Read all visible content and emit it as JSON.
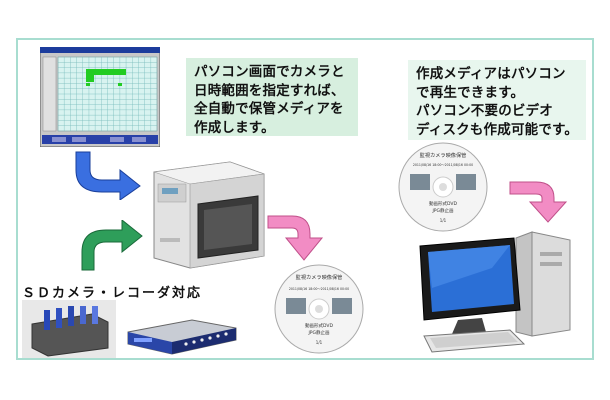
{
  "left_note": {
    "lines": [
      "パソコン画面でカメラと",
      "日時範囲を指定すれば、",
      "全自動で保管メディアを",
      "作成します。"
    ]
  },
  "right_note": {
    "lines": [
      "作成メディアはパソコン",
      "で再生できます。",
      "パソコン不要のビデオ",
      "ディスクも作成可能です。"
    ]
  },
  "sd_heading": "ＳＤカメラ・レコーダ対応",
  "disc_top": {
    "title": "監視カメラ映像保管",
    "date": "2011/08/16 18:00〜2011/08/16 00:00",
    "format": "動画形式DVD",
    "format2": "JPG静止画",
    "page": "1/1"
  },
  "disc_bottom": {
    "title": "監視カメラ映像保管",
    "date": "2011/08/16 18:00〜2011/08/16 00:00",
    "format": "動画形式DVD",
    "format2": "JPG静止画",
    "page": "1/1"
  },
  "colors": {
    "frame_border": "#a8ddd0",
    "note_bg": "#d7efdf",
    "arrow_blue": "#3a6fe0",
    "arrow_green": "#2e9e5a",
    "arrow_pink": "#f28cc4",
    "grid_bg": "#d8f3f0",
    "grid_highlight": "#22cc22"
  },
  "icons": [
    "schedule-screen",
    "disc-publisher",
    "optical-disc",
    "desktop-computer",
    "sd-card-slots",
    "dvr-recorder"
  ]
}
